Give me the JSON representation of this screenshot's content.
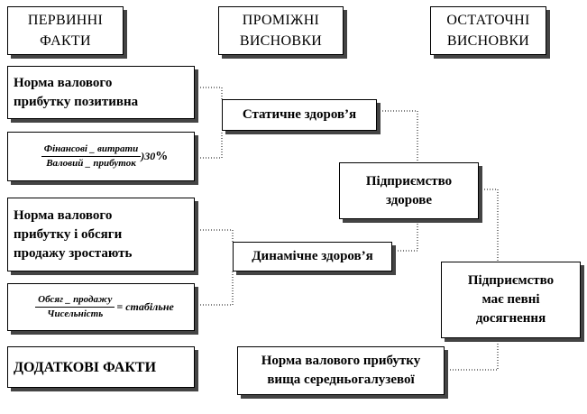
{
  "headers": {
    "primary": [
      "ПЕРВИННІ",
      "ФАКТИ"
    ],
    "intermediate": [
      "ПРОМІЖНІ",
      "ВИСНОВКИ"
    ],
    "final": [
      "ОСТАТОЧНІ",
      "ВИСНОВКИ"
    ]
  },
  "facts": {
    "gross_margin_positive": [
      "Норма валового",
      "прибутку позитивна"
    ],
    "expenses_ratio": {
      "numerator": "Фінансові _ витрати",
      "denominator": "Валовий _ прибуток",
      "tail": ")30",
      "unit": "%"
    },
    "margin_and_sales_grow": [
      "Норма валового",
      "прибутку і обсяги",
      "продажу зростають"
    ],
    "sales_ratio": {
      "numerator": "Обсяг _ продажу",
      "denominator": "Чисельність",
      "tail": "= стабільне"
    },
    "additional_label": "ДОДАТКОВІ ФАКТИ",
    "above_industry": [
      "Норма валового прибутку",
      "вища середньогалузевої"
    ]
  },
  "conclusions": {
    "static_health": "Статичне здоров’я",
    "dynamic_health": "Динамічне здоров’я",
    "enterprise_healthy": [
      "Підприємство",
      "здорове"
    ],
    "enterprise_achievements": [
      "Підприємство",
      "має певні",
      "досягнення"
    ]
  }
}
